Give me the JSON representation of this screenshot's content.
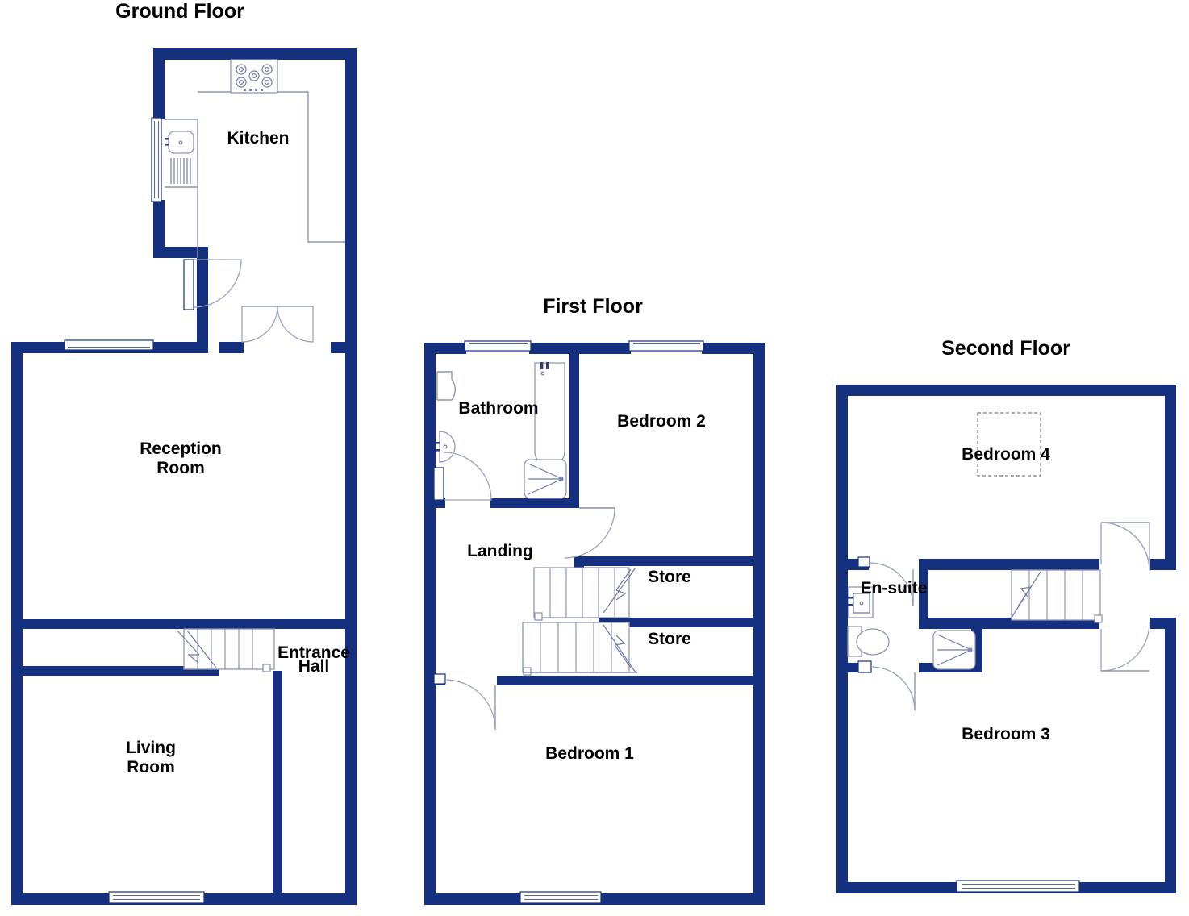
{
  "document": {
    "type": "floor-plan",
    "background_color": "#ffffff",
    "wall_color": "#163080",
    "fixture_line_color": "#8e96b5",
    "label_color": "#000000"
  },
  "floors": [
    {
      "id": "ground",
      "title": "Ground Floor",
      "rooms": [
        {
          "name": "Kitchen",
          "label": "Kitchen"
        },
        {
          "name": "Reception Room",
          "label_line1": "Reception",
          "label_line2": "Room"
        },
        {
          "name": "Living Room",
          "label_line1": "Living",
          "label_line2": "Room"
        },
        {
          "name": "Entrance Hall",
          "label_line1": "Entrance",
          "label_line2": "Hall"
        }
      ],
      "fixtures": [
        "hob",
        "sink",
        "drainer",
        "window",
        "door-swing",
        "staircase"
      ]
    },
    {
      "id": "first",
      "title": "First Floor",
      "rooms": [
        {
          "name": "Bathroom",
          "label": "Bathroom"
        },
        {
          "name": "Bedroom 2",
          "label": "Bedroom 2"
        },
        {
          "name": "Landing",
          "label": "Landing"
        },
        {
          "name": "Store Upper",
          "label": "Store"
        },
        {
          "name": "Store Lower",
          "label": "Store"
        },
        {
          "name": "Bedroom 1",
          "label": "Bedroom 1"
        }
      ],
      "fixtures": [
        "bath",
        "shower-tray",
        "wash-basin",
        "toilet",
        "window",
        "door-swing",
        "staircase"
      ]
    },
    {
      "id": "second",
      "title": "Second Floor",
      "rooms": [
        {
          "name": "Bedroom 4",
          "label": "Bedroom 4"
        },
        {
          "name": "En-suite",
          "label": "En-suite"
        },
        {
          "name": "Bedroom 3",
          "label": "Bedroom 3"
        }
      ],
      "fixtures": [
        "wash-basin",
        "toilet",
        "shower-tray",
        "window",
        "door-swing",
        "staircase",
        "rooflight"
      ]
    }
  ],
  "labels": {
    "ground_title": "Ground Floor",
    "first_title": "First Floor",
    "second_title": "Second Floor",
    "kitchen": "Kitchen",
    "reception_1": "Reception",
    "reception_2": "Room",
    "living_1": "Living",
    "living_2": "Room",
    "entrance_1": "Entrance",
    "entrance_2": "Hall",
    "bathroom": "Bathroom",
    "bedroom2": "Bedroom 2",
    "landing": "Landing",
    "store_upper": "Store",
    "store_lower": "Store",
    "bedroom1": "Bedroom 1",
    "bedroom4": "Bedroom 4",
    "ensuite": "En-suite",
    "bedroom3": "Bedroom 3"
  }
}
